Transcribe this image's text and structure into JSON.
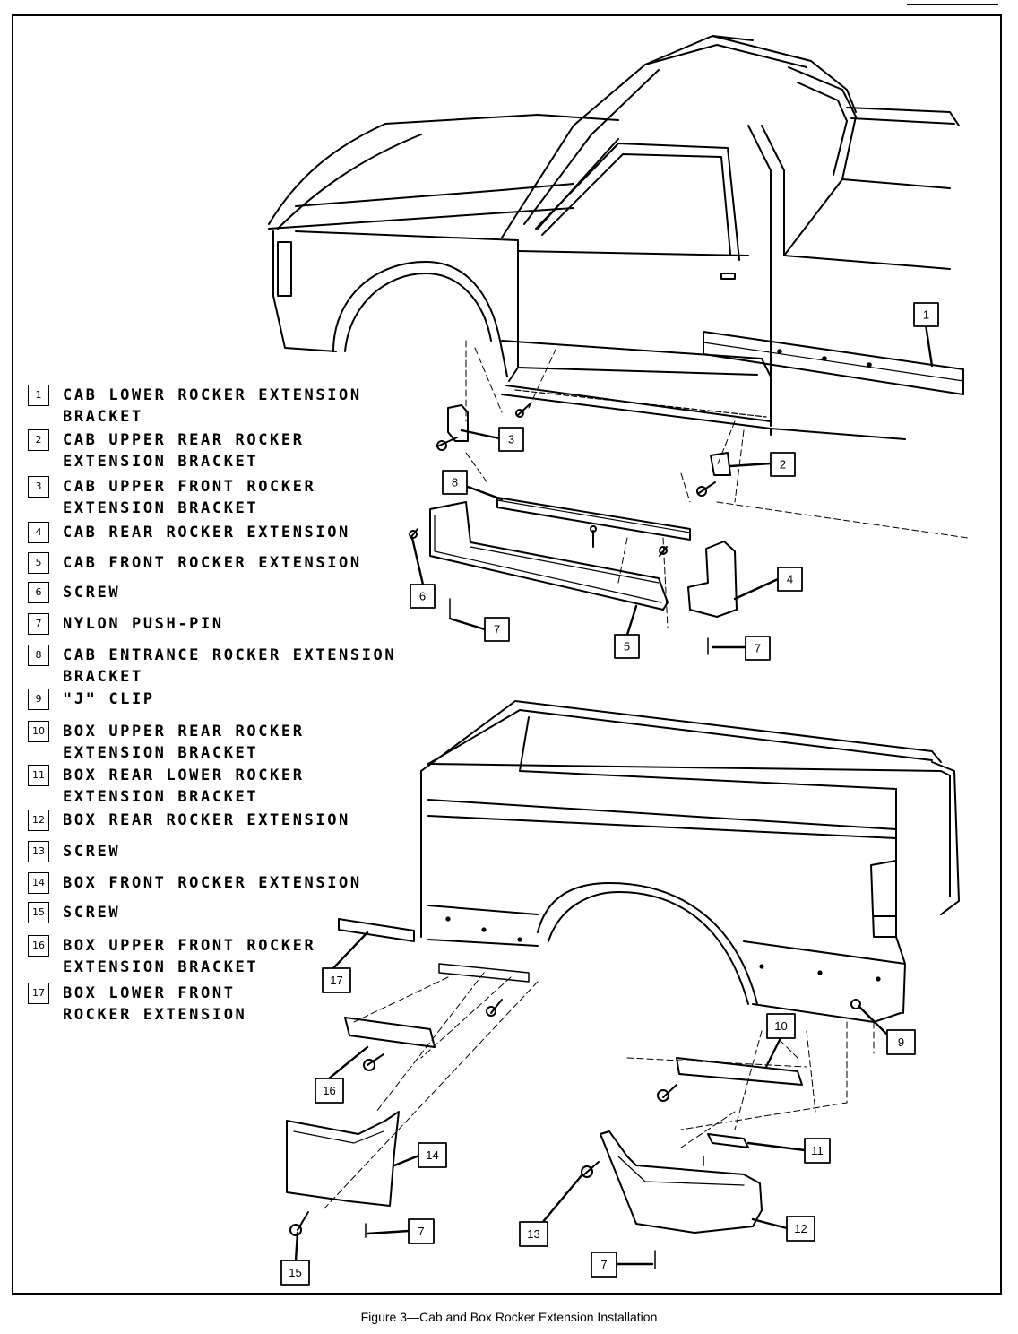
{
  "legend": [
    {
      "num": "1",
      "text": "CAB LOWER ROCKER EXTENSION\nBRACKET"
    },
    {
      "num": "2",
      "text": "CAB UPPER REAR ROCKER\nEXTENSION BRACKET"
    },
    {
      "num": "3",
      "text": "CAB UPPER FRONT ROCKER\nEXTENSION BRACKET"
    },
    {
      "num": "4",
      "text": "CAB REAR ROCKER EXTENSION"
    },
    {
      "num": "5",
      "text": "CAB FRONT ROCKER EXTENSION"
    },
    {
      "num": "6",
      "text": "SCREW"
    },
    {
      "num": "7",
      "text": "NYLON PUSH-PIN"
    },
    {
      "num": "8",
      "text": "CAB ENTRANCE ROCKER EXTENSION\nBRACKET"
    },
    {
      "num": "9",
      "text": "\"J\" CLIP"
    },
    {
      "num": "10",
      "text": "BOX UPPER REAR ROCKER\nEXTENSION BRACKET"
    },
    {
      "num": "11",
      "text": "BOX REAR LOWER ROCKER\nEXTENSION BRACKET"
    },
    {
      "num": "12",
      "text": "BOX REAR ROCKER EXTENSION"
    },
    {
      "num": "13",
      "text": "SCREW"
    },
    {
      "num": "14",
      "text": "BOX FRONT ROCKER EXTENSION"
    },
    {
      "num": "15",
      "text": "SCREW"
    },
    {
      "num": "16",
      "text": "BOX UPPER FRONT ROCKER\nEXTENSION BRACKET"
    },
    {
      "num": "17",
      "text": "BOX LOWER FRONT\nROCKER EXTENSION"
    }
  ],
  "callouts": [
    "1",
    "2",
    "3",
    "4",
    "5",
    "6",
    "7",
    "7",
    "8",
    "9",
    "10",
    "11",
    "12",
    "13",
    "14",
    "15",
    "16",
    "17",
    "7",
    "7"
  ],
  "caption": "Figure 3—Cab and Box Rocker Extension Installation"
}
